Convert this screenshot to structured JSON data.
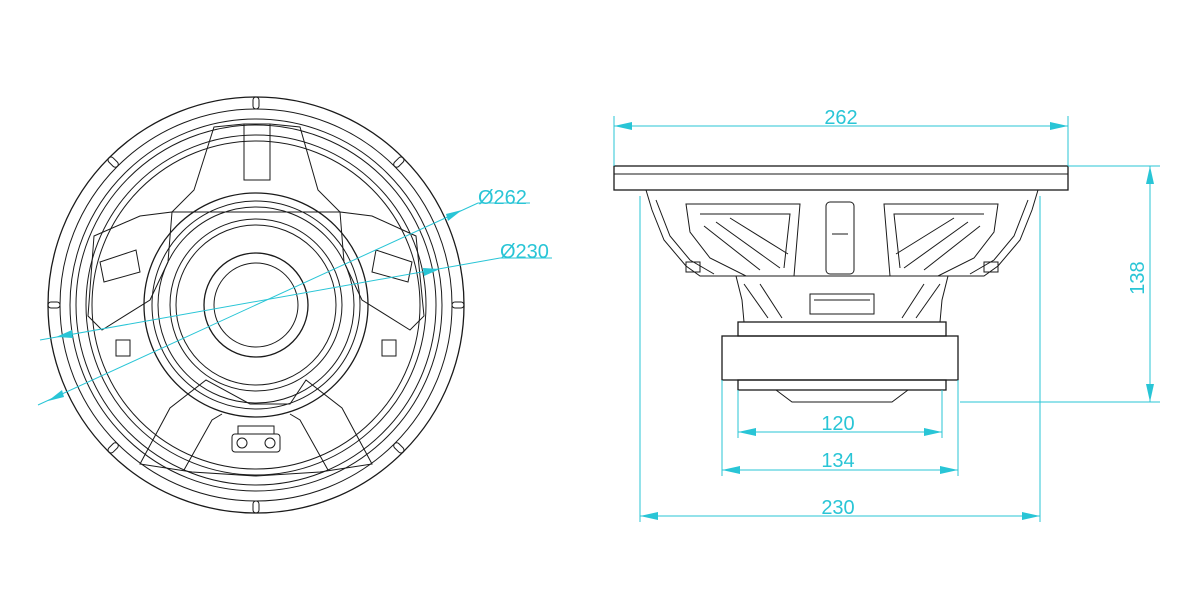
{
  "drawing": {
    "front_view": {
      "dia_outer_label": "Ø262",
      "dia_inner_label": "Ø230"
    },
    "side_view": {
      "overall_width_label": "262",
      "height_label": "138",
      "magnet_inner_label": "120",
      "magnet_outer_label": "134",
      "cutout_width_label": "230"
    },
    "colors": {
      "outline": "#1a1a1a",
      "dimension": "#29c5d6",
      "background": "#ffffff"
    }
  }
}
